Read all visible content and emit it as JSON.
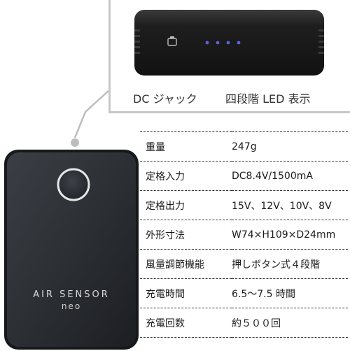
{
  "callout": {
    "dc_jack_label": "DC ジャック",
    "led_label": "四段階 LED 表示",
    "led_color": "#5b63d8"
  },
  "device": {
    "brand": "AIR SENSOR",
    "model": "neo",
    "icon": "power-button-icon"
  },
  "specs": [
    {
      "key": "重量",
      "value": "247g"
    },
    {
      "key": "定格入力",
      "value": "DC8.4V/1500mA"
    },
    {
      "key": "定格出力",
      "value": "15V、12V、10V、8V"
    },
    {
      "key": "外形寸法",
      "value": "W74×H109×D24mm"
    },
    {
      "key": "風量調節機能",
      "value": "押しボタン式４段階"
    },
    {
      "key": "充電時間",
      "value": "6.5～7.5 時間"
    },
    {
      "key": "充電回数",
      "value": "約５００回"
    }
  ]
}
